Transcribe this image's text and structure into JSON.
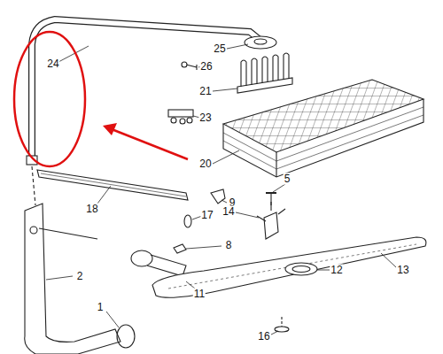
{
  "diagram": {
    "labels": [
      "24",
      "25",
      "26",
      "21",
      "23",
      "20",
      "9",
      "18",
      "17",
      "5",
      "14",
      "8",
      "2",
      "12",
      "13",
      "11",
      "16",
      "1"
    ]
  }
}
